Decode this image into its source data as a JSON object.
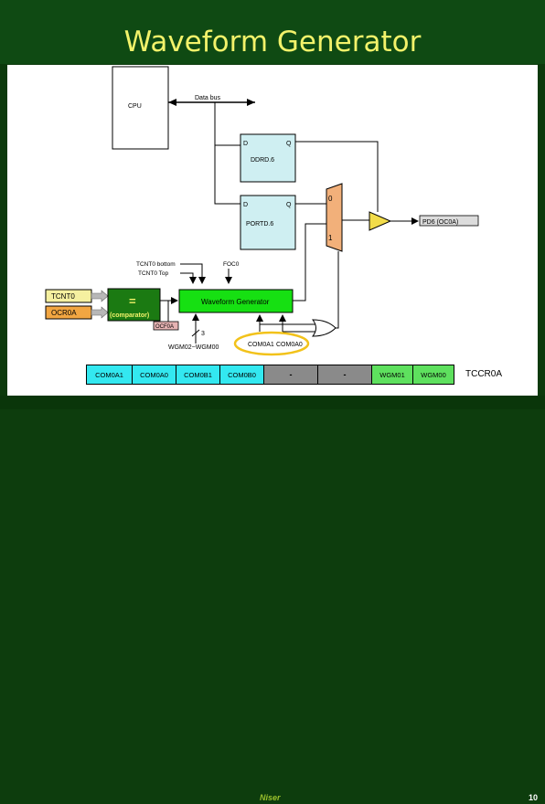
{
  "slide": {
    "title": "Waveform Generator",
    "page_number": "10",
    "logo_text": "Niser"
  },
  "diagram": {
    "cpu_label": "CPU",
    "data_bus_label": "Data bus",
    "ddr": {
      "d": "D",
      "q": "Q",
      "label": "DDRD.6"
    },
    "port": {
      "d": "D",
      "q": "Q",
      "label": "PORTD.6"
    },
    "mux": {
      "input0": "0",
      "input1": "1"
    },
    "output_pin_label": "PD6 (OC0A)",
    "tcnt0_bottom": "TCNT0 bottom",
    "tcnt0_top": "TCNT0 Top",
    "foc0_label": "FOC0",
    "tcnt0_reg": "TCNT0",
    "ocr0a_reg": "OCR0A",
    "comparator_symbol": "=",
    "comparator_label": "(comparator)",
    "ocf0a_label": "OCF0A",
    "waveform_generator_label": "Waveform Generator",
    "wgm_bus_width": "3",
    "wgm_label": "WGM02~WGM00",
    "com0a1_label": "COM0A1",
    "com0a0_label": "COM0A0"
  },
  "register": {
    "name": "TCCR0A",
    "bits": [
      {
        "label": "COM0A1",
        "color": "#33e8f0"
      },
      {
        "label": "COM0A0",
        "color": "#33e8f0"
      },
      {
        "label": "COM0B1",
        "color": "#33e8f0"
      },
      {
        "label": "COM0B0",
        "color": "#33e8f0"
      },
      {
        "label": "-",
        "color": "#8a8a8a"
      },
      {
        "label": "-",
        "color": "#8a8a8a"
      },
      {
        "label": "WGM01",
        "color": "#5ee05e"
      },
      {
        "label": "WGM00",
        "color": "#5ee05e"
      }
    ]
  },
  "colors": {
    "title_text": "#f2f26a",
    "slide_bg": "#0c3a0c",
    "flipflop_fill": "#cfeff2",
    "mux_fill": "#f2b07a",
    "buffer_fill": "#f2dc4a",
    "waveform_generator_fill": "#16e012",
    "comparator_fill": "#1b7a12",
    "tcnt0_fill": "#f5f0a0",
    "ocr0a_fill": "#f2a642",
    "highlight_ellipse": "#f2c21a"
  }
}
